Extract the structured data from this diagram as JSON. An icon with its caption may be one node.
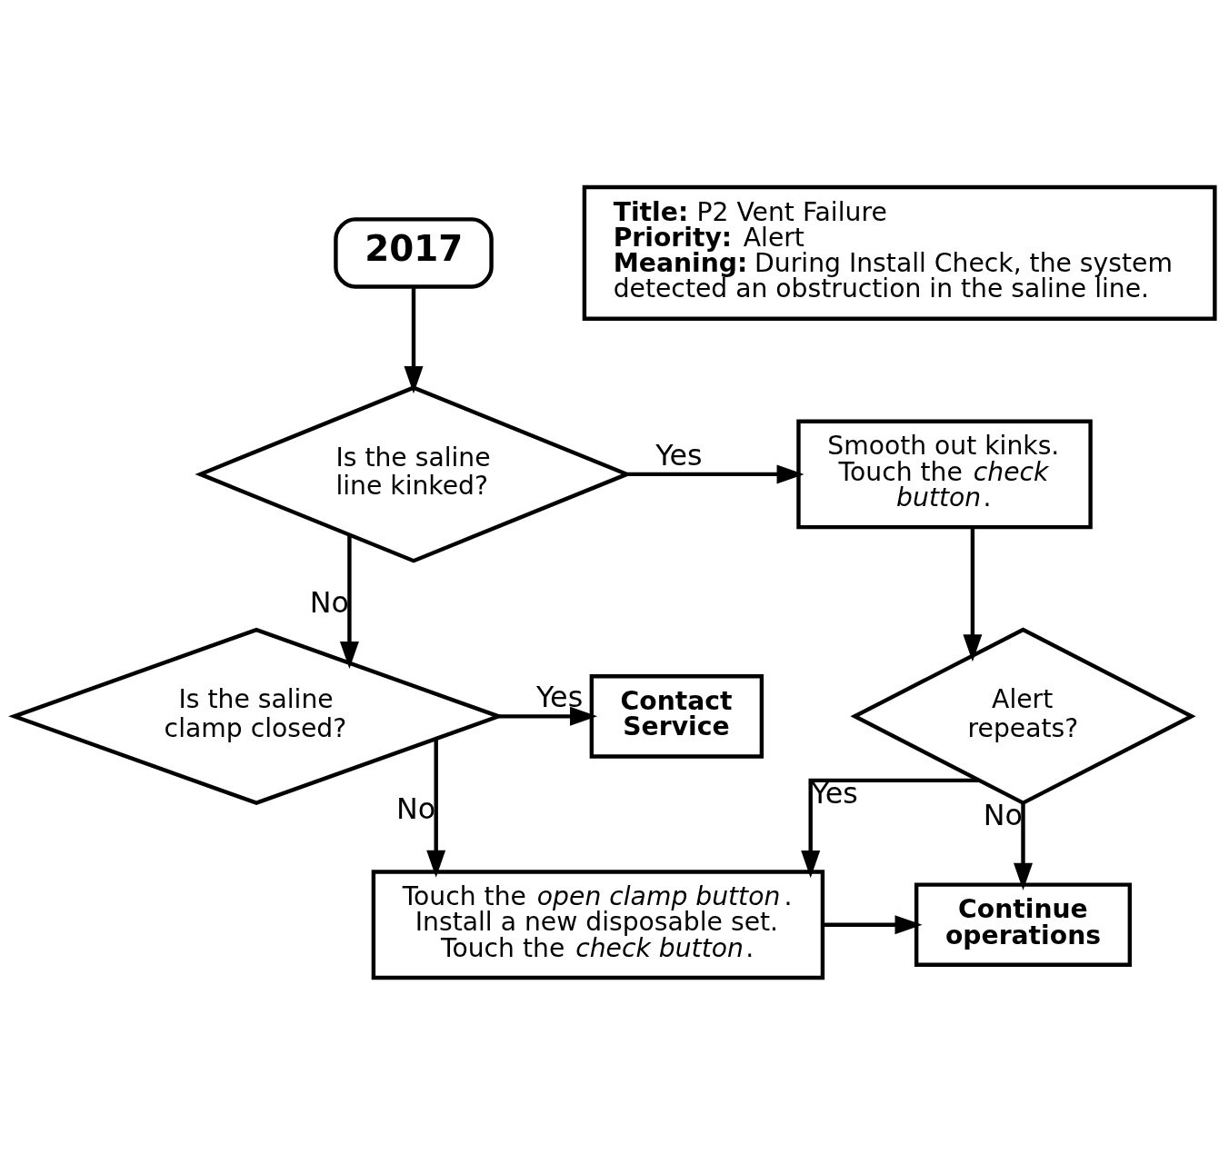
{
  "diagram": {
    "nodes": [
      {
        "text": [
          "2017"
        ]
      },
      {
        "text": [
          "**Title:**  P2 Vent Failure",
          "**Priority:**  Alert",
          "**Meaning:**  During Install Check, the system detected an obstruction in the saline line."
        ]
      },
      {
        "text": [
          "Is the saline line kinked?"
        ]
      },
      {
        "text": [
          "Smooth out kinks. Touch the *check button*."
        ]
      },
      {
        "text": [
          "Is the saline clamp closed?"
        ]
      },
      {
        "text": [
          "Contact Service"
        ]
      },
      {
        "text": [
          "Alert repeats?"
        ]
      },
      {
        "text": [
          "Touch the *open clamp button*. Install a new disposable set. Touch the *check button*."
        ]
      },
      {
        "text": [
          "Continue operations"
        ]
      }
    ],
    "edges": [
      {
        "from": 0,
        "to": 2,
        "arrow": "to"
      },
      {
        "from": 2,
        "to": 3,
        "arrow": "to",
        "label": "Yes"
      },
      {
        "from": 2,
        "to": 4,
        "arrow": "to",
        "label": "No"
      },
      {
        "from": 4,
        "to": 5,
        "arrow": "to",
        "label": "Yes"
      },
      {
        "from": 4,
        "to": 7,
        "arrow": "to",
        "label": "No"
      },
      {
        "from": 3,
        "to": 6,
        "arrow": "to"
      },
      {
        "from": 6,
        "to": 7,
        "arrow": "to",
        "label": "Yes"
      },
      {
        "from": 6,
        "to": 8,
        "arrow": "to",
        "label": "No"
      },
      {
        "from": 7,
        "to": 8,
        "arrow": "to"
      }
    ]
  }
}
